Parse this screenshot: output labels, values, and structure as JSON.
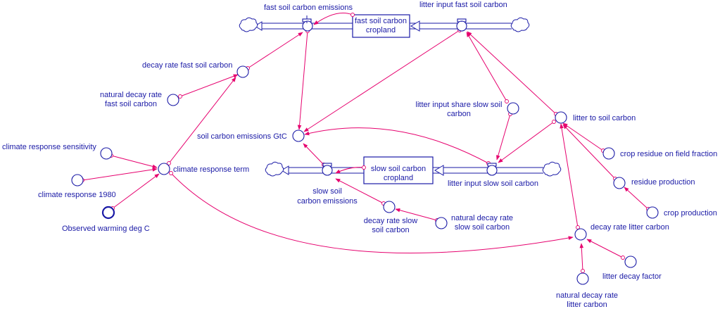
{
  "stocks": {
    "fast_soil_carbon_cropland": [
      "fast soil carbon",
      "cropland"
    ],
    "slow_soil_carbon_cropland": [
      "slow soil carbon",
      "cropland"
    ]
  },
  "flows": {
    "fast_soil_carbon_emissions": [
      "fast soil carbon emissions"
    ],
    "litter_input_fast_soil_carbon": [
      "litter input fast soil carbon"
    ],
    "slow_soil_carbon_emissions": [
      "slow soil",
      "carbon emissions"
    ],
    "litter_input_slow_soil_carbon": [
      "litter input slow soil carbon"
    ]
  },
  "variables": {
    "decay_rate_fast_soil_carbon": [
      "decay rate fast soil carbon"
    ],
    "natural_decay_rate_fast_soil_carbon": [
      "natural decay rate",
      "fast soil carbon"
    ],
    "soil_carbon_emissions_gtc": [
      "soil carbon emissions GtC"
    ],
    "litter_input_share_slow_soil_carbon": [
      "litter input share slow soil",
      "carbon"
    ],
    "litter_to_soil_carbon": [
      "litter to soil carbon"
    ],
    "climate_response_sensitivity": [
      "climate response sensitivity"
    ],
    "climate_response_1980": [
      "climate response 1980"
    ],
    "observed_warming_deg_c": [
      "Observed warming deg C"
    ],
    "climate_response_term": [
      "climate response term"
    ],
    "crop_residue_on_field_fraction": [
      "crop residue on field fraction"
    ],
    "residue_production": [
      "residue production"
    ],
    "crop_production": [
      "crop production"
    ],
    "decay_rate_slow_soil_carbon": [
      "decay rate slow",
      "soil carbon"
    ],
    "natural_decay_rate_slow_soil_carbon": [
      "natural decay rate",
      "slow soil carbon"
    ],
    "decay_rate_litter_carbon": [
      "decay rate litter carbon"
    ],
    "litter_decay_factor": [
      "litter decay factor"
    ],
    "natural_decay_rate_litter_carbon": [
      "natural decay rate",
      "litter carbon"
    ]
  },
  "colors": {
    "node": "#1a1aa6",
    "link": "#e6006e"
  }
}
